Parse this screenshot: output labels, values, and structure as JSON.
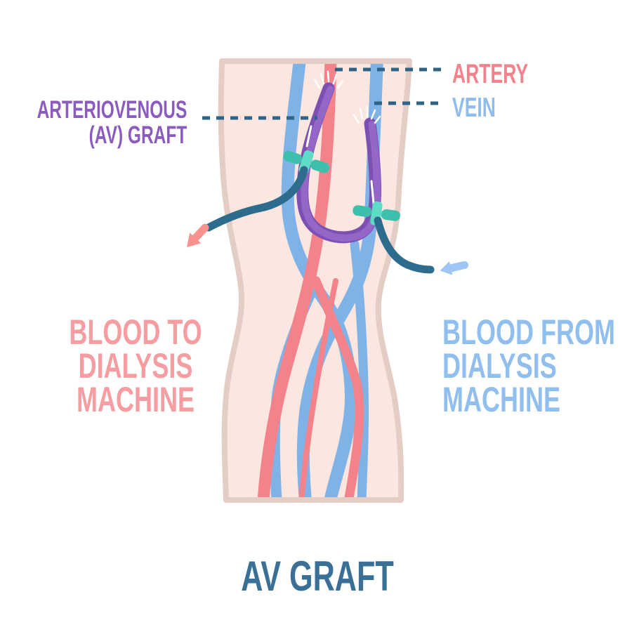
{
  "title": "AV GRAFT",
  "labels": {
    "artery": "ARTERY",
    "vein": "VEIN",
    "graft_line1": "ARTERIOVENOUS",
    "graft_line2": "(AV) GRAFT",
    "blood_to_line1": "BLOOD TO",
    "blood_to_line2": "DIALYSIS",
    "blood_to_line3": "MACHINE",
    "blood_from_line1": "BLOOD FROM",
    "blood_from_line2": "DIALYSIS",
    "blood_from_line3": "MACHINE"
  },
  "colors": {
    "skin": "#FBE7E0",
    "skinOutline": "#E3CDC5",
    "vein": "#7FB3E8",
    "artery": "#F4828B",
    "graft": "#9466C8",
    "graftDark": "#7C50B2",
    "needleWing": "#3EBFAB",
    "needleHub": "#5FDCC6",
    "tube": "#2E6C8D",
    "leader": "#2E6386",
    "arrowOut": "#F9928F",
    "arrowIn": "#9EC6F2",
    "labelArtery": "#F2828B",
    "labelVein": "#8FBCEC",
    "labelGraft": "#8B5BBE",
    "labelBloodTo": "#F59DA1",
    "labelBloodFrom": "#90BFEE",
    "titleColor": "#3A7095"
  }
}
